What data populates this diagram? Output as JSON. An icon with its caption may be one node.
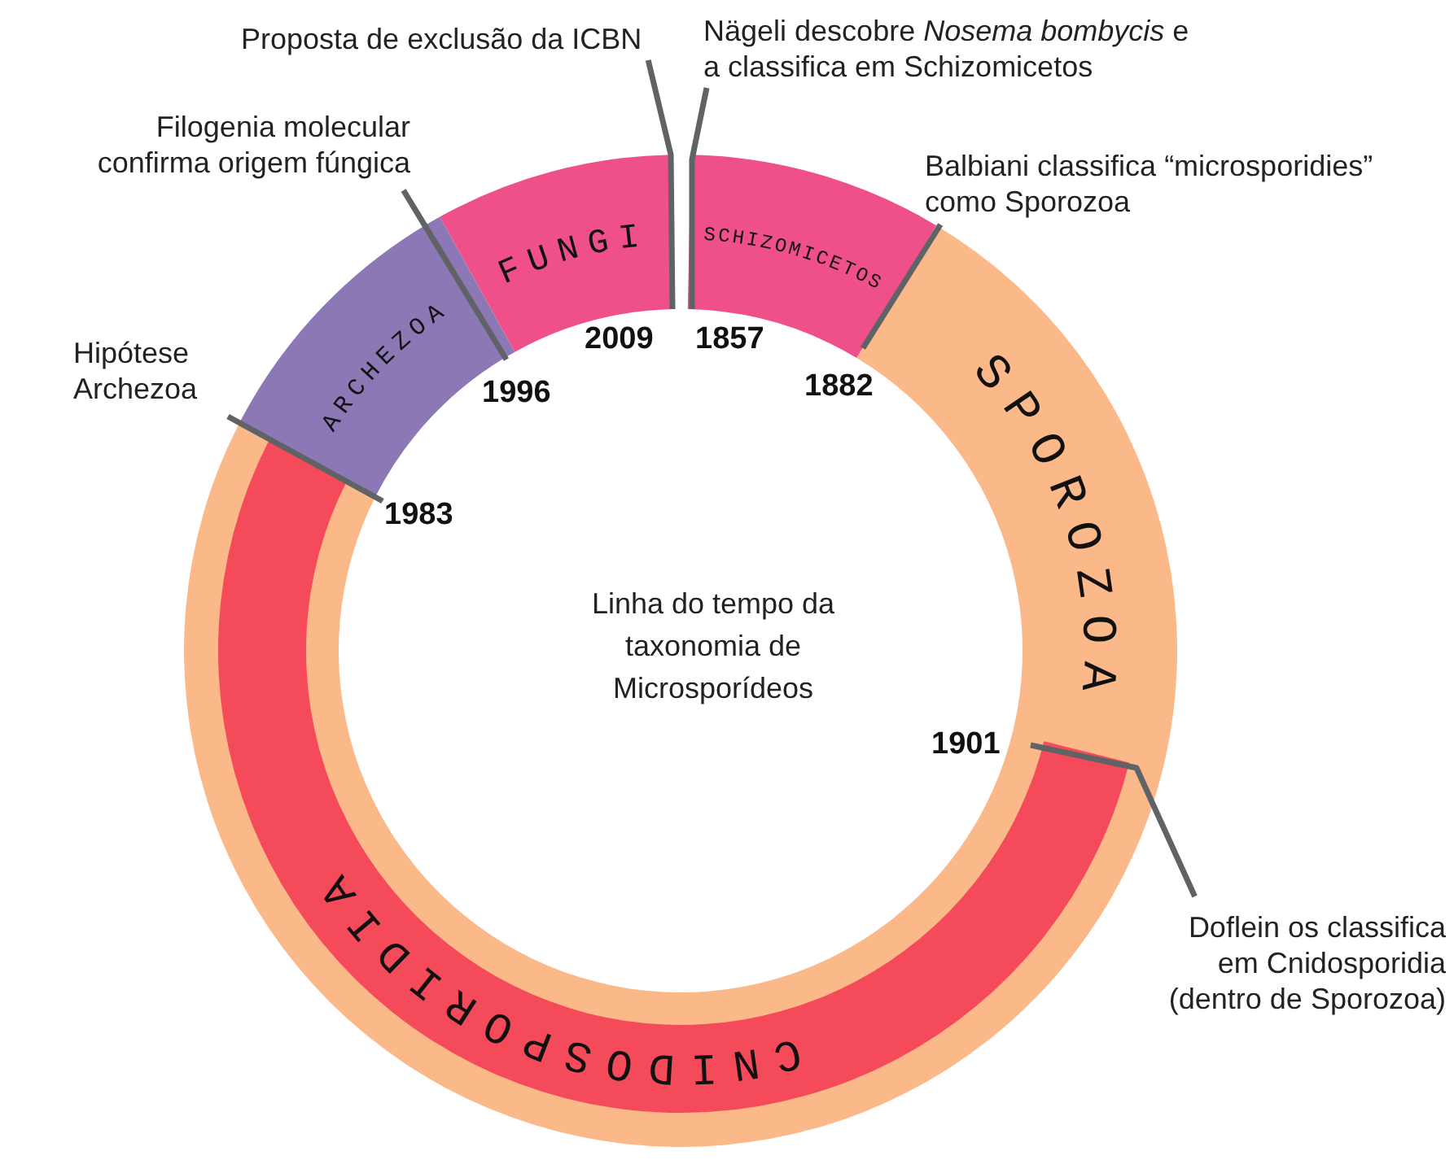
{
  "diagram": {
    "nodes": [
      {
        "text": [
          "Proposta de exclusão da ICBN"
        ]
      },
      {
        "text": [
          "Nägeli descobre *Nosema bombycis* e a classifica em Schizomicetos"
        ]
      },
      {
        "text": [
          "Filogenia molecular confirma origem fúngica"
        ]
      },
      {
        "text": [
          "Balbiani classifica “microsporidies” como Sporozoa"
        ]
      },
      {
        "text": [
          "Hipótese Archezoa"
        ]
      },
      {
        "text": [
          "FUNGI"
        ]
      },
      {
        "text": [
          "SCHIZOMICETOS"
        ]
      },
      {
        "text": [
          "ARCHEZOA"
        ]
      },
      {
        "text": [
          "SPOROZOA"
        ]
      },
      {
        "text": [
          "CNIDOSPORIDIA"
        ],
        "in": 8
      },
      {
        "text": [
          "Doflein os classifica em Cnidosporidia (dentro de Sporozoa)"
        ]
      }
    ],
    "edges": [
      {
        "from": 0,
        "to": 5,
        "arrow": "none"
      },
      {
        "from": 1,
        "to": 6,
        "arrow": "none"
      },
      {
        "from": 2,
        "to": 7,
        "arrow": "none"
      },
      {
        "from": 3,
        "to": 6,
        "arrow": "none"
      },
      {
        "from": 4,
        "to": 7,
        "arrow": "none"
      },
      {
        "from": 10,
        "to": 9,
        "arrow": "none"
      }
    ],
    "labels": [
      "2009",
      "1857",
      "1996",
      "1882",
      "1983",
      "1901",
      "Linha do tempo da taxonomia de Microsporídeos"
    ]
  }
}
